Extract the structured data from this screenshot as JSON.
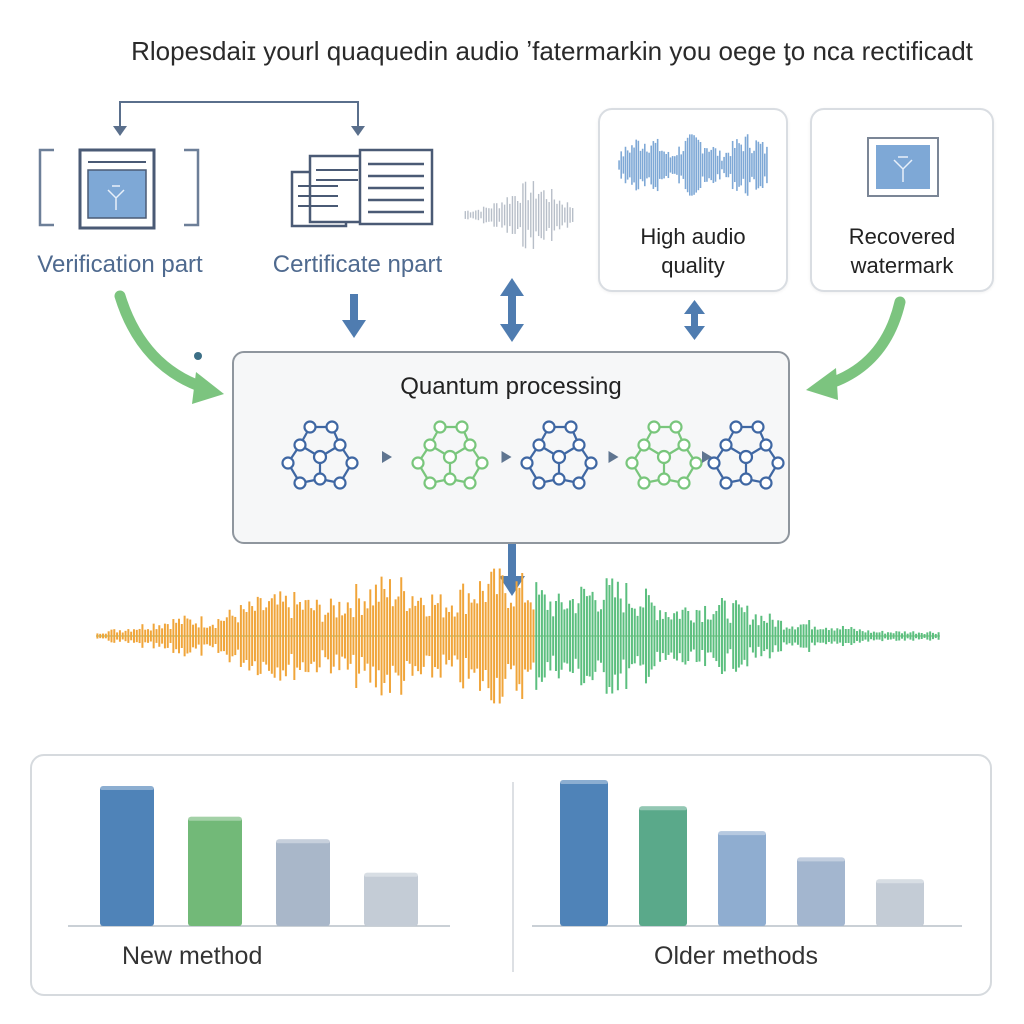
{
  "title": "Rlopesdaiɪ yourl quaquedin audio ʼfatermarkin you oege ƫo nca rectificadt",
  "inputs": {
    "verification_label": "Verification part",
    "certificate_label": "Certificate npart"
  },
  "outputs": {
    "high_audio_line1": "High audio",
    "high_audio_line2": "quality",
    "recovered_line1": "Recovered",
    "recovered_line2": "watermark"
  },
  "processing": {
    "title": "Quantum processing",
    "steps": [
      "blue-molecule-icon",
      "green-molecule-icon",
      "blue-molecule-icon",
      "green-molecule-icon",
      "blue-molecule-icon"
    ]
  },
  "comparison": {
    "new_label": "New method",
    "old_label": "Older methods",
    "new_bars": [
      {
        "name": "bar-1",
        "value": 1.0,
        "color": "#4f83b8"
      },
      {
        "name": "bar-2",
        "value": 0.78,
        "color": "#72b978"
      },
      {
        "name": "bar-3",
        "value": 0.62,
        "color": "#a9b7c9"
      },
      {
        "name": "bar-4",
        "value": 0.38,
        "color": "#c4ccd6"
      }
    ],
    "old_bars": [
      {
        "name": "bar-1",
        "value": 1.0,
        "color": "#4f83b8"
      },
      {
        "name": "bar-2",
        "value": 0.82,
        "color": "#5aa98a"
      },
      {
        "name": "bar-3",
        "value": 0.65,
        "color": "#8fadd0"
      },
      {
        "name": "bar-4",
        "value": 0.47,
        "color": "#a3b6cf"
      },
      {
        "name": "bar-5",
        "value": 0.32,
        "color": "#c4ccd6"
      }
    ]
  },
  "colors": {
    "accent_blue": "#4f7cb0",
    "accent_green": "#7cc47f",
    "wave_orange": "#f0a53a",
    "wave_green": "#5cbf7f"
  }
}
